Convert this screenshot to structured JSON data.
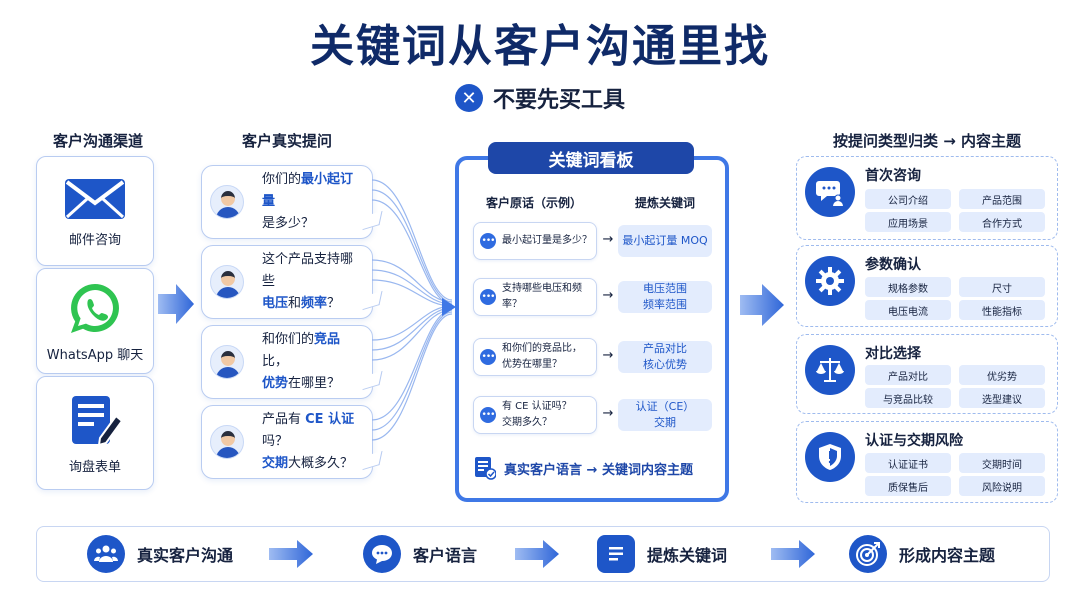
{
  "title": "关键词从客户沟通里找",
  "subtitle": "不要先买工具",
  "subtitle_icon": "x-circle-icon",
  "columns": {
    "channels": "客户沟通渠道",
    "questions": "客户真实提问",
    "categories": "按提问类型归类 → 内容主题"
  },
  "channels": [
    {
      "label": "邮件咨询",
      "icon": "mail-icon"
    },
    {
      "label": "WhatsApp 聊天",
      "icon": "whatsapp-icon"
    },
    {
      "label": "询盘表单",
      "icon": "form-icon"
    }
  ],
  "questions": [
    {
      "line1": [
        "你们的",
        "最小起订量",
        ""
      ],
      "line2": [
        "是多少？",
        "",
        ""
      ]
    },
    {
      "line1": [
        "这个产品支持哪些",
        "",
        ""
      ],
      "line2": [
        "",
        "电压",
        "和"
      ],
      "line2b": [
        "频率",
        "？"
      ]
    },
    {
      "line1": [
        "和你们的",
        "竞品",
        "比，"
      ],
      "line2": [
        "",
        "优势",
        "在哪里？"
      ]
    },
    {
      "line1": [
        "产品有 ",
        "CE 认证",
        "吗？"
      ],
      "line2": [
        "",
        "交期",
        "大概多久？"
      ]
    }
  ],
  "board": {
    "title": "关键词看板",
    "col_original": "客户原话（示例）",
    "col_keyword": "提炼关键词",
    "rows": [
      {
        "orig1": "最小起订量是多少？",
        "orig2": "",
        "kw1": "最小起订量 MOQ",
        "kw2": ""
      },
      {
        "orig1": "支持哪些电压和频率？",
        "orig2": "",
        "kw1": "电压范围",
        "kw2": "频率范围"
      },
      {
        "orig1": "和你们的竞品比，",
        "orig2": "优势在哪里？",
        "kw1": "产品对比",
        "kw2": "核心优势"
      },
      {
        "orig1": "有 CE 认证吗？",
        "orig2": "交期多久？",
        "kw1": "认证（CE）",
        "kw2": "交期"
      }
    ],
    "footer": "真实客户语言 → 关键词内容主题"
  },
  "categories": [
    {
      "title": "首次咨询",
      "icon": "chat-user-icon",
      "tags": [
        "公司介绍",
        "产品范围",
        "应用场景",
        "合作方式"
      ]
    },
    {
      "title": "参数确认",
      "icon": "gear-icon",
      "tags": [
        "规格参数",
        "尺寸",
        "电压电流",
        "性能指标"
      ]
    },
    {
      "title": "对比选择",
      "icon": "scale-icon",
      "tags": [
        "产品对比",
        "优劣势",
        "与竞品比较",
        "选型建议"
      ]
    },
    {
      "title": "认证与交期风险",
      "icon": "shield-icon",
      "tags": [
        "认证证书",
        "交期时间",
        "质保售后",
        "风险说明"
      ]
    }
  ],
  "flow": [
    {
      "label": "真实客户沟通",
      "icon": "people-icon"
    },
    {
      "label": "客户语言",
      "icon": "chat-bubble-icon"
    },
    {
      "label": "提炼关键词",
      "icon": "list-doc-icon"
    },
    {
      "label": "形成内容主题",
      "icon": "target-icon"
    }
  ],
  "colors": {
    "primary": "#1e56c8",
    "dark": "#0f2a68",
    "light": "#e3ecfd",
    "border": "#b9ccf1"
  }
}
